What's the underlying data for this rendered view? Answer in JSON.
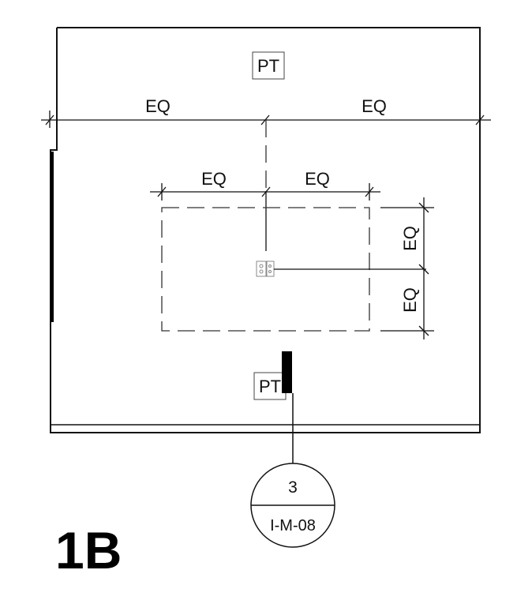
{
  "dimensions": {
    "top_left": "EQ",
    "top_right": "EQ",
    "mid_left": "EQ",
    "mid_right": "EQ",
    "side_upper": "EQ",
    "side_lower": "EQ"
  },
  "finishes": {
    "top_tag": "PT",
    "bottom_tag": "PT"
  },
  "section_tag": {
    "number": "3",
    "sheet": "I-M-08"
  },
  "view_label": "1B",
  "colors": {
    "line": "#111111",
    "hidden_line": "#333333",
    "background": "#ffffff"
  }
}
